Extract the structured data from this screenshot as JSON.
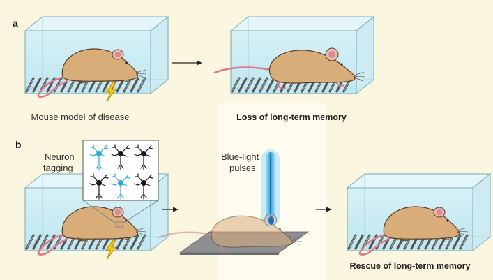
{
  "panels": [
    {
      "letter": "a"
    },
    {
      "letter": "b"
    }
  ],
  "captions": {
    "disease_model": "Mouse model of disease",
    "memory_loss": "Loss of long-term memory",
    "memory_rescue": "Rescue of long-term memory"
  },
  "labels": {
    "neuron_tagging_line1": "Neuron",
    "neuron_tagging_line2": "tagging",
    "blue_light_line1": "Blue-light",
    "blue_light_line2": "pulses"
  },
  "colors": {
    "background": "#fbf6df",
    "cage_glass": "#c9ecf3",
    "mouse_body": "#d9ad7a",
    "tagged_neuron": "#2ea8dc",
    "light_beam": "#3db4e8",
    "shock_bolt": "#f2c80f"
  }
}
